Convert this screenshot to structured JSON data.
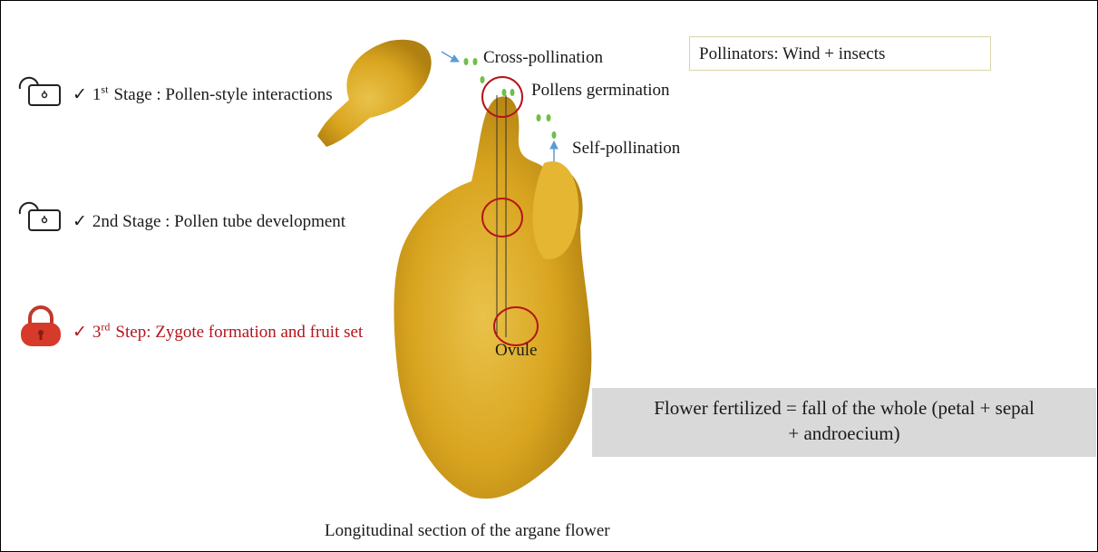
{
  "stages": [
    {
      "prefix": "1",
      "sup": "st",
      "label": "Stage :  Pollen-style interactions",
      "lock_state": "unlocked"
    },
    {
      "prefix": "2nd Stage : Pollen tube development",
      "sup": "",
      "label": "",
      "lock_state": "unlocked"
    },
    {
      "prefix": "3",
      "sup": "rd",
      "label": "Step: Zygote formation and fruit set",
      "lock_state": "locked",
      "color": "#b5141a"
    }
  ],
  "labels": {
    "cross_pollination": "Cross-pollination",
    "pollens_germination": "Pollens germination",
    "self_pollination": "Self-pollination",
    "ovule": "Ovule",
    "caption": "Longitudinal section of the argane flower"
  },
  "pollinators": "Pollinators: Wind + insects",
  "fertilized_line1": "Flower fertilized = fall of the whole (petal + sepal",
  "fertilized_line2": "+ androecium)",
  "colors": {
    "flower": "#d9a520",
    "highlight_circle": "#b5141a",
    "pollen": "#6fbf4a",
    "arrow": "#5b9bd5"
  }
}
